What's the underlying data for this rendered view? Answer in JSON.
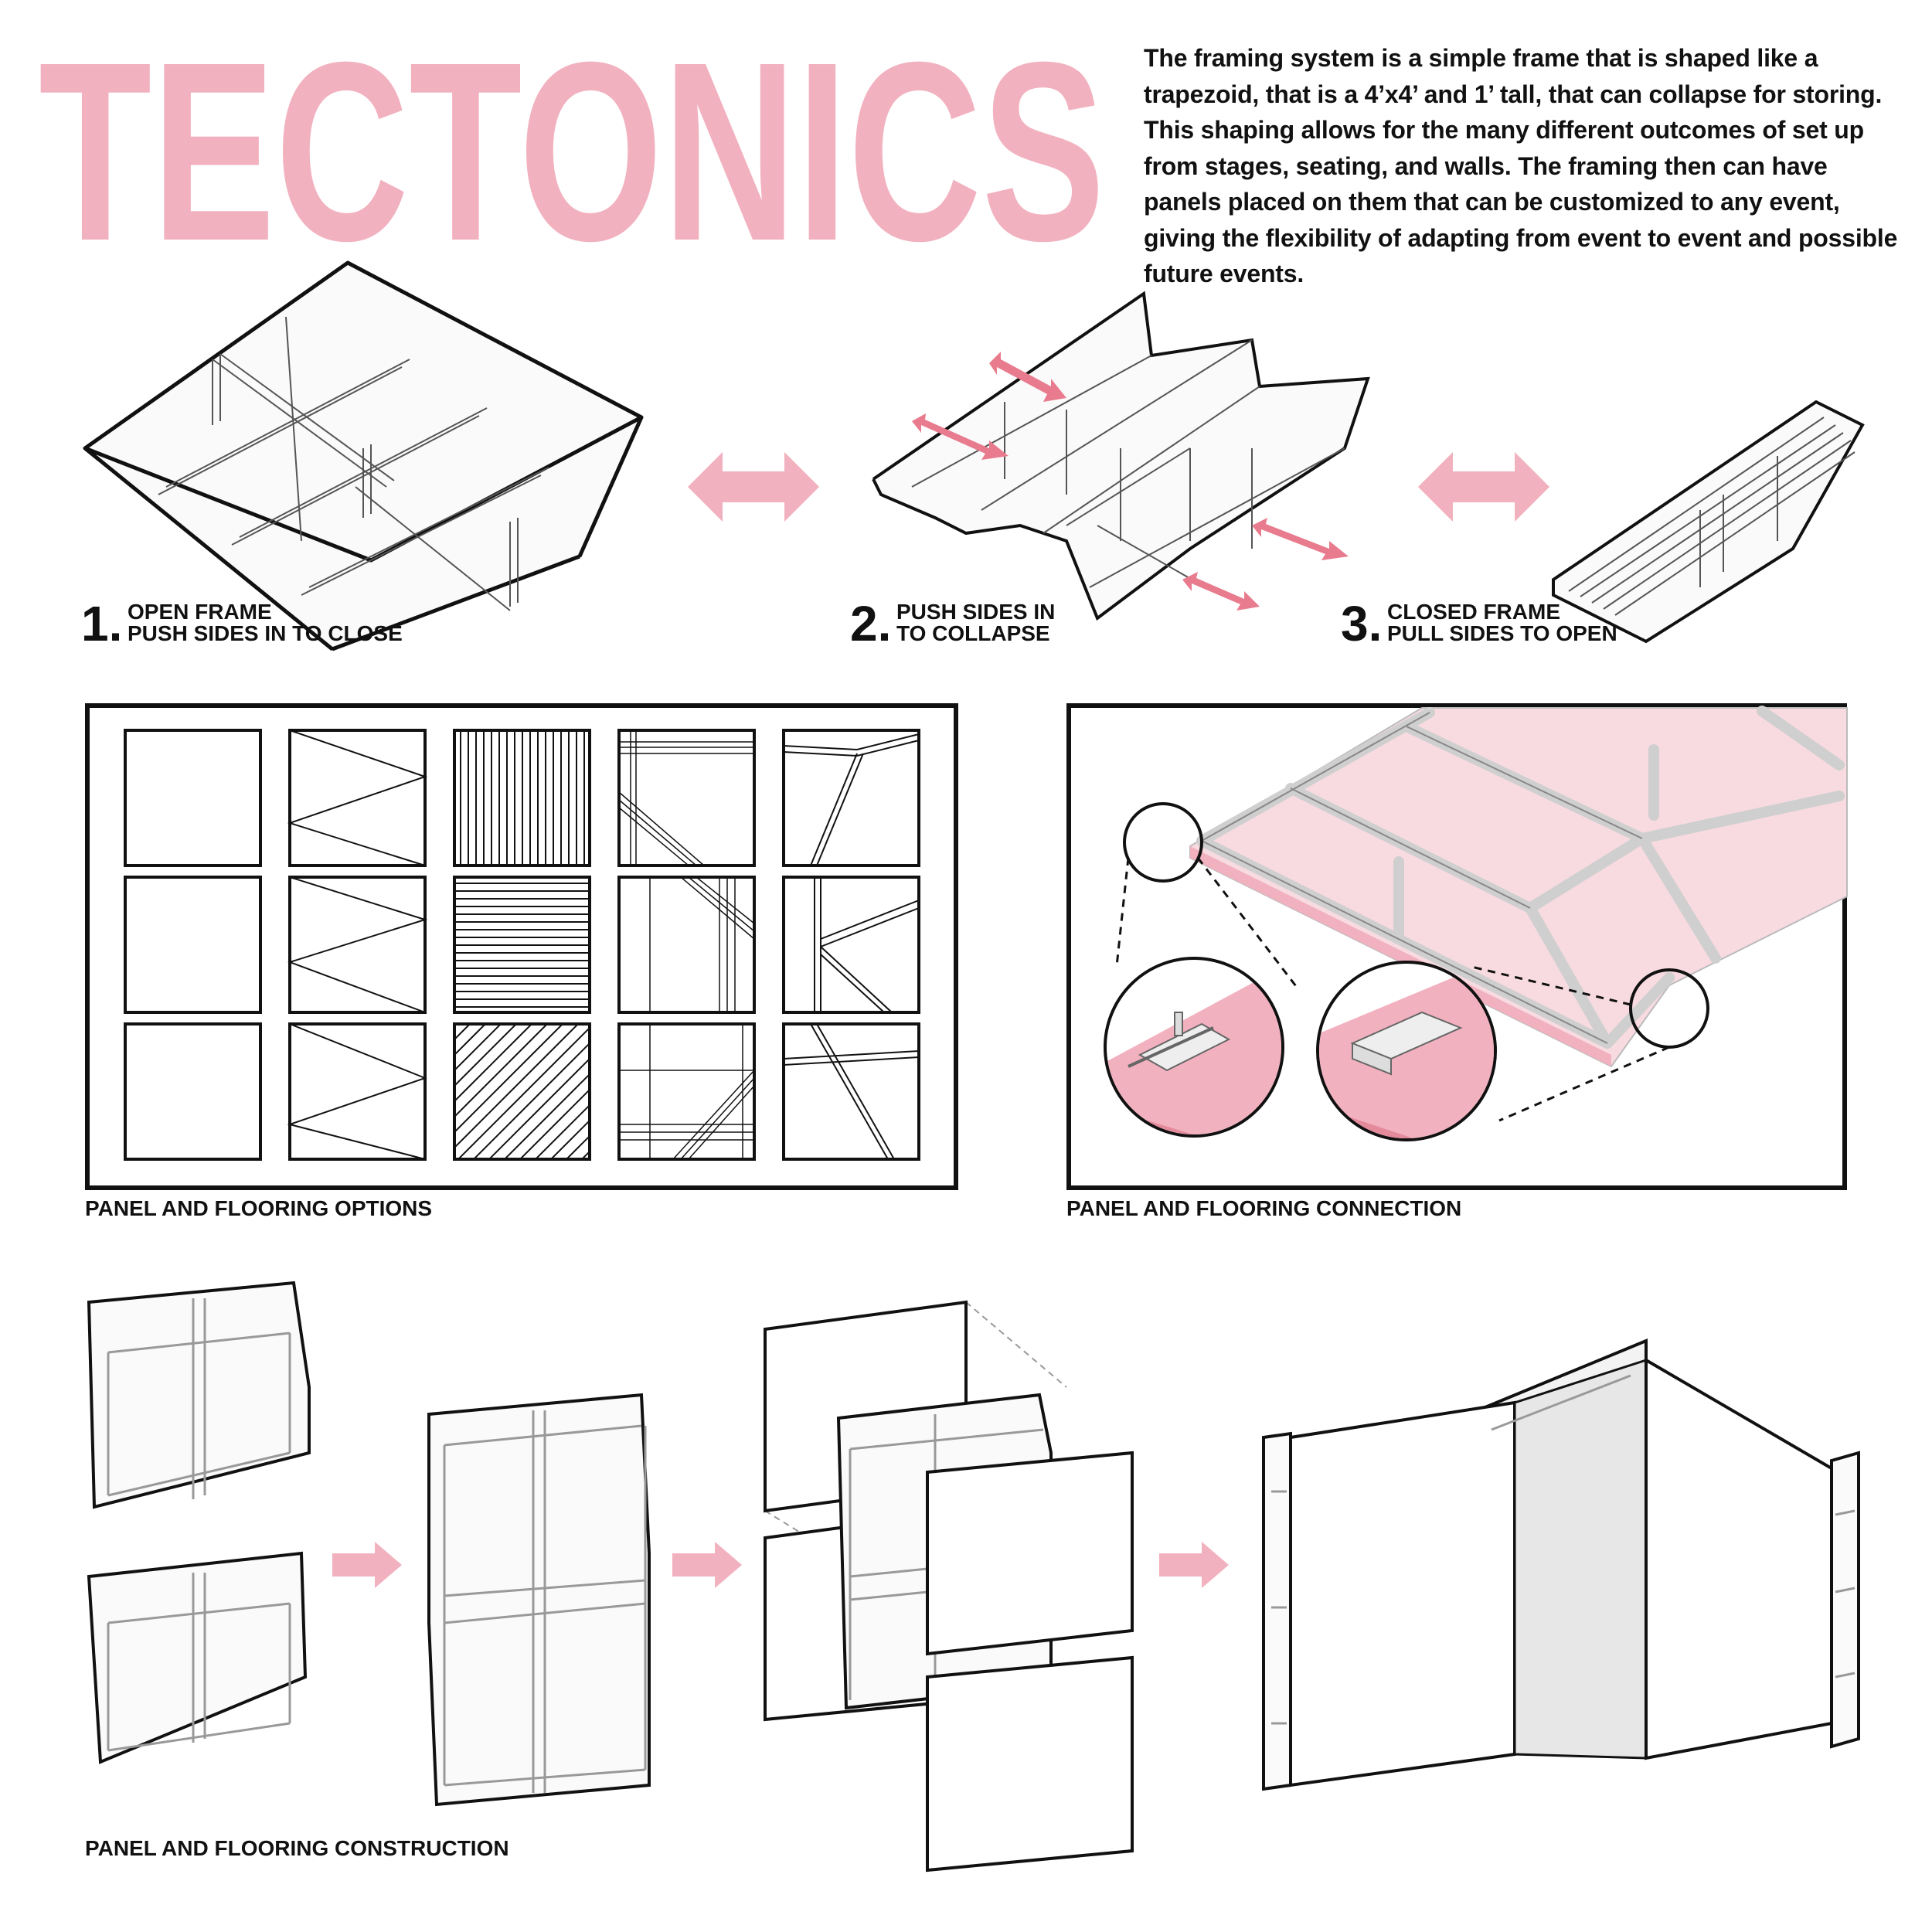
{
  "title": "TECTONICS",
  "intro": "The framing system is a simple frame that is shaped like a trapezoid, that is a 4’x4’ and 1’ tall, that can collapse for storing. This shaping allows for the many different outcomes of set up from stages, seating, and walls. The framing then can have panels placed on them that can be customized to any event, giving the flexibility of adapting from event to event and possible future events.",
  "steps": [
    {
      "number": "1.",
      "line1": "OPEN FRAME",
      "line2": "PUSH SIDES IN TO CLOSE"
    },
    {
      "number": "2.",
      "line1": "PUSH SIDES IN",
      "line2": "TO COLLAPSE"
    },
    {
      "number": "3.",
      "line1": "CLOSED FRAME",
      "line2": "PULL SIDES TO OPEN"
    }
  ],
  "captions": {
    "options": "PANEL AND FLOORING OPTIONS",
    "connection": "PANEL AND FLOORING CONNECTION",
    "construction": "PANEL AND FLOORING CONSTRUCTION"
  },
  "colors": {
    "accent": "#f2b1bf",
    "accent_light": "#f8dbe1",
    "line": "#111111",
    "frame_fill": "#f3f3f3"
  },
  "icons": {
    "double_arrow": "double-arrow-icon",
    "right_arrow": "right-arrow-icon"
  }
}
